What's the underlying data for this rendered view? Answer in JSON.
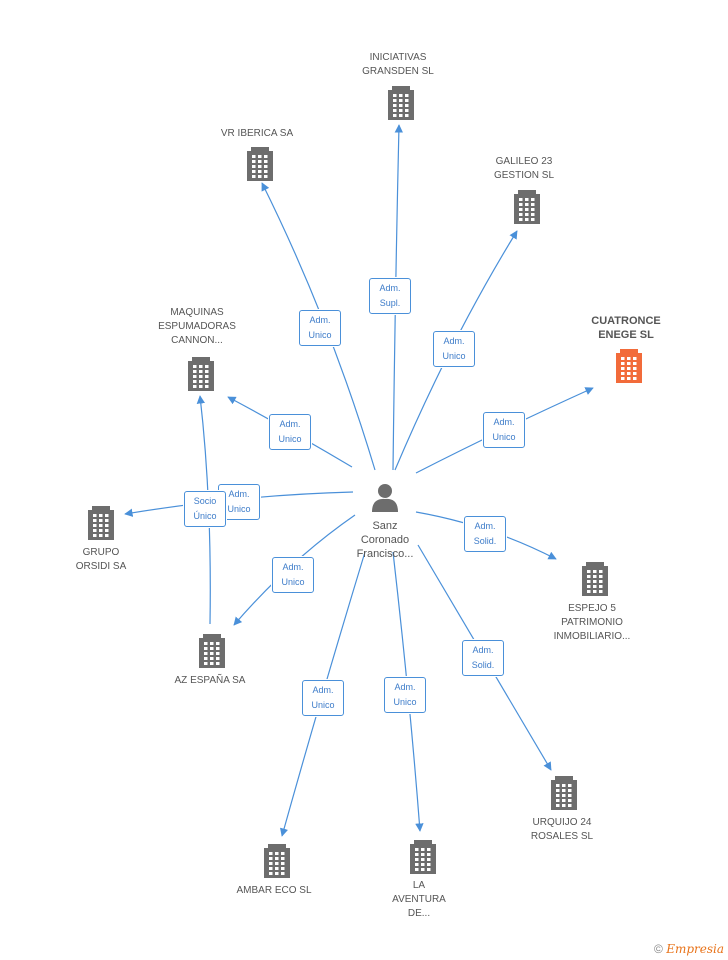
{
  "center": {
    "name": "Sanz\nCoronado\nFrancisco...",
    "icon": "person-icon"
  },
  "nodes": [
    {
      "id": "iniciativas",
      "label": "INICIATIVAS\nGRANSDEN  SL",
      "icon": "building-icon",
      "color": "#6d6d6d"
    },
    {
      "id": "vr-iberica",
      "label": "VR IBERICA SA",
      "icon": "building-icon",
      "color": "#6d6d6d"
    },
    {
      "id": "galileo",
      "label": "GALILEO 23\nGESTION SL",
      "icon": "building-icon",
      "color": "#6d6d6d"
    },
    {
      "id": "cuatronce",
      "label": "CUATRONCE\nENEGE SL",
      "icon": "building-icon",
      "color": "#f26b3a",
      "focus": true
    },
    {
      "id": "maquinas",
      "label": "MAQUINAS\nESPUMADORAS\nCANNON...",
      "icon": "building-icon",
      "color": "#6d6d6d"
    },
    {
      "id": "grupo-orsidi",
      "label": "GRUPO\nORSIDI SA",
      "icon": "building-icon",
      "color": "#6d6d6d"
    },
    {
      "id": "espejo",
      "label": "ESPEJO 5\nPATRIMONIO\nINMOBILIARIO...",
      "icon": "building-icon",
      "color": "#6d6d6d"
    },
    {
      "id": "az-espana",
      "label": "AZ ESPAÑA SA",
      "icon": "building-icon",
      "color": "#6d6d6d"
    },
    {
      "id": "urquijo",
      "label": "URQUIJO 24\nROSALES  SL",
      "icon": "building-icon",
      "color": "#6d6d6d"
    },
    {
      "id": "ambar",
      "label": "AMBAR ECO  SL",
      "icon": "building-icon",
      "color": "#6d6d6d"
    },
    {
      "id": "aventura",
      "label": "LA\nAVENTURA\nDE...",
      "icon": "building-icon",
      "color": "#6d6d6d"
    }
  ],
  "edges": [
    {
      "to": "iniciativas",
      "label": "Adm.\nSupl."
    },
    {
      "to": "vr-iberica",
      "label": "Adm.\nUnico"
    },
    {
      "to": "galileo",
      "label": "Adm.\nUnico"
    },
    {
      "to": "cuatronce",
      "label": "Adm.\nUnico"
    },
    {
      "to": "maquinas",
      "label": "Adm.\nUnico"
    },
    {
      "to": "grupo-orsidi",
      "label": "Adm.\nUnico"
    },
    {
      "to": "espejo",
      "label": "Adm.\nSolid."
    },
    {
      "to": "az-espana",
      "label": "Adm.\nUnico"
    },
    {
      "to": "urquijo",
      "label": "Adm.\nSolid."
    },
    {
      "to": "ambar",
      "label": "Adm.\nUnico"
    },
    {
      "to": "aventura",
      "label": "Adm.\nUnico"
    },
    {
      "from": "az-espana",
      "to": "maquinas",
      "label": "Socio\nÚnico"
    }
  ],
  "colors": {
    "edge": "#4a90d9",
    "building": "#6d6d6d",
    "focus": "#f26b3a",
    "person": "#6d6d6d"
  },
  "footer": {
    "copyright": "©",
    "brand": "Empresia"
  }
}
